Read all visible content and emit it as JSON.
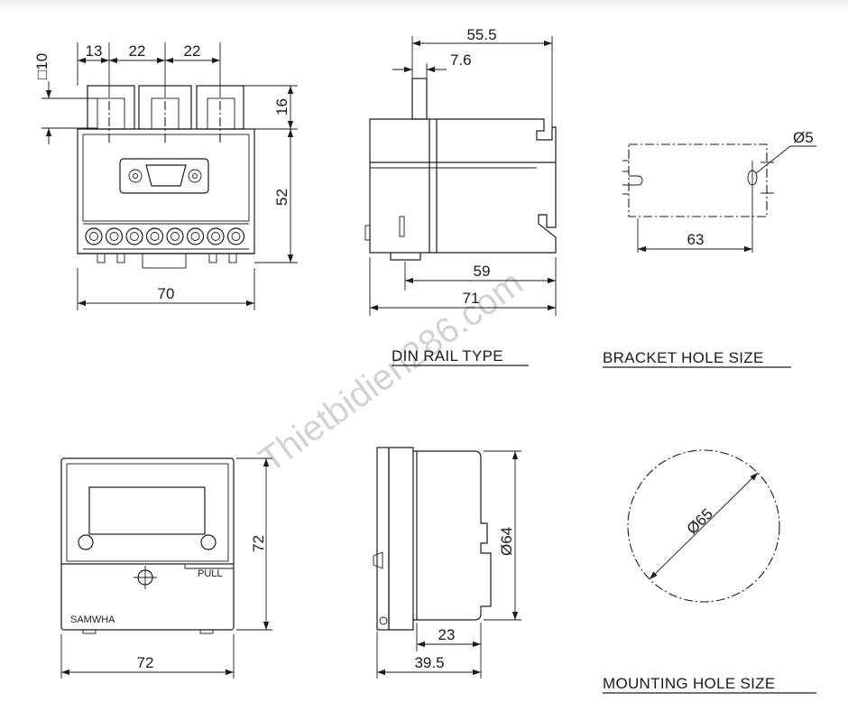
{
  "watermark": "Thietbidien286.com",
  "front_view": {
    "dims": {
      "pitch_1": "13",
      "pitch_2": "22",
      "pitch_3": "22",
      "square": "□10",
      "terminal_h": "16",
      "height": "52",
      "width": "70"
    }
  },
  "din_rail_view": {
    "dims": {
      "depth_top": "55.5",
      "rail_offset": "7.6",
      "depth_mid": "59",
      "depth_total": "71"
    },
    "caption": "DIN RAIL TYPE"
  },
  "bracket_view": {
    "dims": {
      "hole_dia": "Ø5",
      "hole_spacing": "63"
    },
    "caption": "BRACKET HOLE SIZE"
  },
  "panel_front_view": {
    "brand": "SAMWHA",
    "pull_label": "PULL",
    "dims": {
      "height": "72",
      "width": "72"
    }
  },
  "panel_side_view": {
    "dims": {
      "diameter": "Ø64",
      "depth_inner": "23",
      "depth_total": "39.5"
    }
  },
  "mounting_view": {
    "dims": {
      "hole_dia": "Ø65"
    },
    "caption": "MOUNTING HOLE SIZE"
  }
}
